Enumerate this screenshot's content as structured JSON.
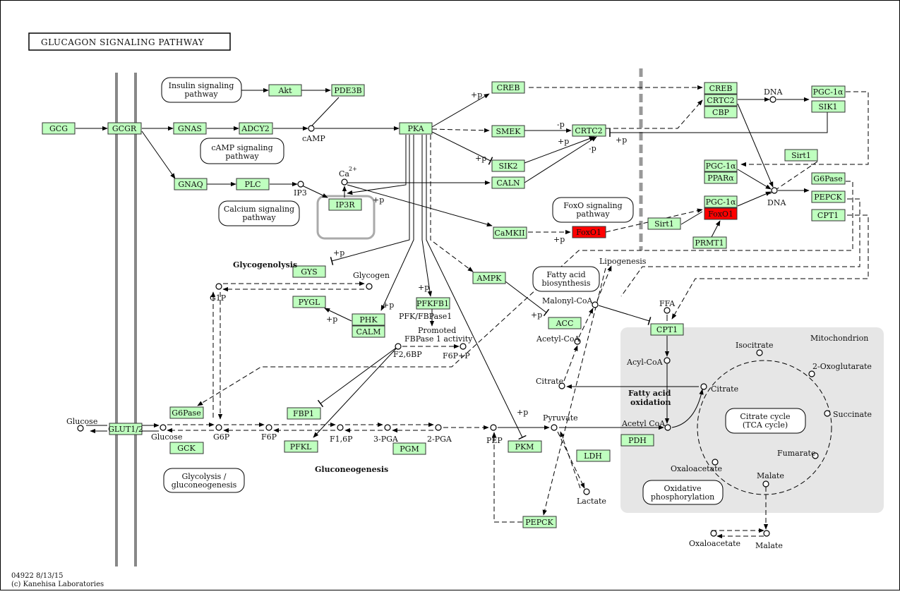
{
  "title": "GLUCAGON SIGNALING PATHWAY",
  "footer": {
    "id_date": "04922 8/13/15",
    "copyright": "(c) Kanehisa Laboratories"
  },
  "highlight_color": "#ff0000",
  "gene_color": "#bfffbf",
  "genes": {
    "gcg": "GCG",
    "gcgr": "GCGR",
    "gnas": "GNAS",
    "adcy2": "ADCY2",
    "gnaq": "GNAQ",
    "plc": "PLC",
    "ip3r": "IP3R",
    "akt": "Akt",
    "pde3b": "PDE3B",
    "pka": "PKA",
    "creb1": "CREB",
    "smek": "SMEK",
    "sik2": "SIK2",
    "caln": "CALN",
    "crtc2a": "CRTC2",
    "creb2": "CREB",
    "crtc2b": "CRTC2",
    "cbp": "CBP",
    "pgc1a_top": "PGC-1α",
    "sik1": "SIK1",
    "sirt1_a": "Sirt1",
    "pgc1a_b": "PGC-1α",
    "ppara": "PPARα",
    "pgc1a_c": "PGC-1α",
    "foxo1_a": "FoxO1",
    "prmt1": "PRMT1",
    "sirt1_b": "Sirt1",
    "foxo1_b": "FoxO1",
    "camkii": "CaMKII",
    "g6pase_r": "G6Pase",
    "pepck_r": "PEPCK",
    "cpt1_r": "CPT1",
    "gys": "GYS",
    "pygl": "PYGL",
    "phk": "PHK",
    "calm": "CALM",
    "pfkfb1": "PFKFB1",
    "ampk": "AMPK",
    "acc": "ACC",
    "cpt1": "CPT1",
    "g6pase": "G6Pase",
    "gck": "GCK",
    "glut12": "GLUT1/2",
    "fbp1": "FBP1",
    "pfkl": "PFKL",
    "pgm": "PGM",
    "pkm": "PKM",
    "ldh": "LDH",
    "pdh": "PDH",
    "pepck": "PEPCK"
  },
  "maps": {
    "insulin": [
      "Insulin signaling",
      "pathway"
    ],
    "camp": [
      "cAMP signaling",
      "pathway"
    ],
    "calcium": [
      "Calcium signaling",
      "pathway"
    ],
    "foxo": [
      "FoxO signaling",
      "pathway"
    ],
    "fatty": [
      "Fatty acid",
      "biosynthesis"
    ],
    "glycolysis": [
      "Glycolysis /",
      "gluconeogenesis"
    ],
    "tca": [
      "Citrate cycle",
      "(TCA cycle)"
    ],
    "oxphos": [
      "Oxidative",
      "phosphorylation"
    ]
  },
  "labels": {
    "camp": "cAMP",
    "ca": "Ca",
    "ca_sup": "2+",
    "ip3": "IP3",
    "dna1": "DNA",
    "dna2": "DNA",
    "glycogenolysis": "Glycogenolysis",
    "glycogen": "Glycogen",
    "g1p": "G1P",
    "pfk_fbpase1": "PFK/FBPase1",
    "promoted": "Promoted",
    "fbpase1_activity": "FBPase 1 activity",
    "f26bp": "F2,6BP",
    "f6p_p": "F6P+P",
    "lipogenesis": "Lipogenesis",
    "malonyl": "Malonyl-CoA",
    "acetylcoa_c": "Acetyl-CoA",
    "ffa": "FFA",
    "mitochondrion": "Mitochondrion",
    "acylcoa": "Acyl-CoA",
    "isocitrate": "Isocitrate",
    "oxoglutarate": "2-Oxoglutarate",
    "citrate_c": "Citrate",
    "citrate_m": "Citrate",
    "fatty_acid": "Fatty acid",
    "oxidation": "oxidation",
    "succinate": "Succinate",
    "acetylcoa_m": "Acetyl CoA",
    "fumarate": "Fumarate",
    "oxaloacetate_m": "Oxaloacetate",
    "malate_m": "Malate",
    "glucose_out": "Glucose",
    "glucose_in": "Glucose",
    "g6p": "G6P",
    "f6p": "F6P",
    "f16p": "F1,6P",
    "pga3": "3-PGA",
    "pga2": "2-PGA",
    "pep": "PEP",
    "pyruvate": "Pyruvate",
    "lactate": "Lactate",
    "gluconeogenesis": "Gluconeogenesis",
    "oxaloacetate_c": "Oxaloacetate",
    "malate_c": "Malate"
  },
  "modifiers": {
    "pka_creb": "+p",
    "pka_sik2": "+p",
    "smek_crtc2": "-p",
    "sik2_crtc2": "+p",
    "caln_crtc2": "-p",
    "crtc2_inh": "+p",
    "ca_ip3r": "+p",
    "camkii_foxo1": "+p",
    "pka_gys": "+p",
    "pka_pfkfb1": "+p",
    "pka_phk": "+p",
    "phk_pygl": "+p",
    "ampk_acc": "+p",
    "pka_pkm": "+p"
  }
}
